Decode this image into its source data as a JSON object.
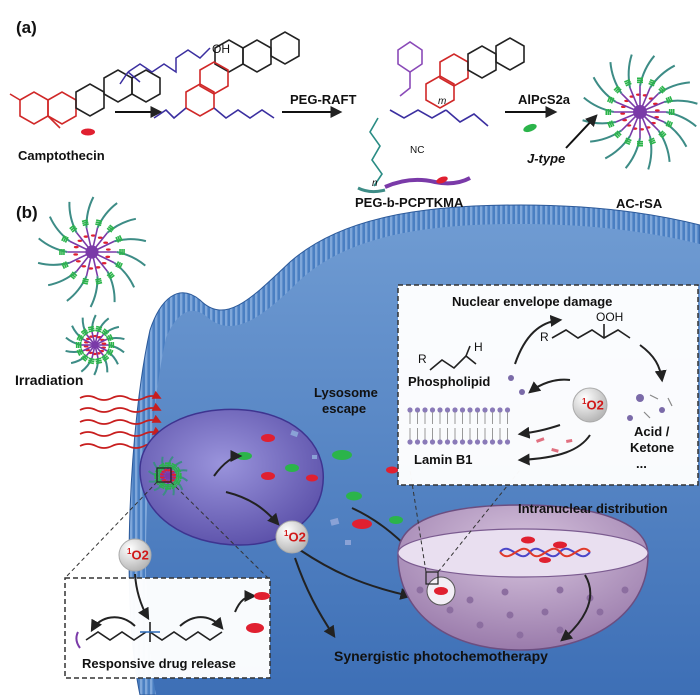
{
  "panels": {
    "a": "(a)",
    "b": "(b)"
  },
  "scheme_a": {
    "camptothecin": "Camptothecin",
    "arrow_peg_raft": "PEG-RAFT",
    "polymer": "PEG-b-PCPTKMA",
    "dye_label": "AlPcS2a",
    "j_type": "J-type",
    "product": "AC-rSA",
    "fragment_oh": "OH",
    "fragment_nc": "NC",
    "fragment_m": "m",
    "fragment_n": "n"
  },
  "scheme_b": {
    "irradiation": "Irradiation",
    "lysosome_escape_1": "Lysosome",
    "lysosome_escape_2": "escape",
    "singlet_oxygen": "O2",
    "singlet_sup": "1",
    "intranuclear": "Intranuclear distribution",
    "synergistic": "Synergistic photochemotherapy",
    "responsive_release": "Responsive drug release",
    "nuclear_damage": {
      "title": "Nuclear envelope damage",
      "phospholipid": "Phospholipid",
      "lamin": "Lamin B1",
      "acid_ketone_1": "Acid /",
      "acid_ketone_2": "Ketone",
      "ellipsis": "...",
      "ooh": "OOH",
      "r": "R",
      "h": "H"
    }
  },
  "colors": {
    "drug_red": "#e02030",
    "dye_green": "#2bb44a",
    "peg_teal": "#3d8c86",
    "polymer_purple": "#7a3aa8",
    "cell_blue": "#4f82c4",
    "nucleus_purple": "#a98ab8",
    "lysosome_blue": "#6c64b4"
  }
}
